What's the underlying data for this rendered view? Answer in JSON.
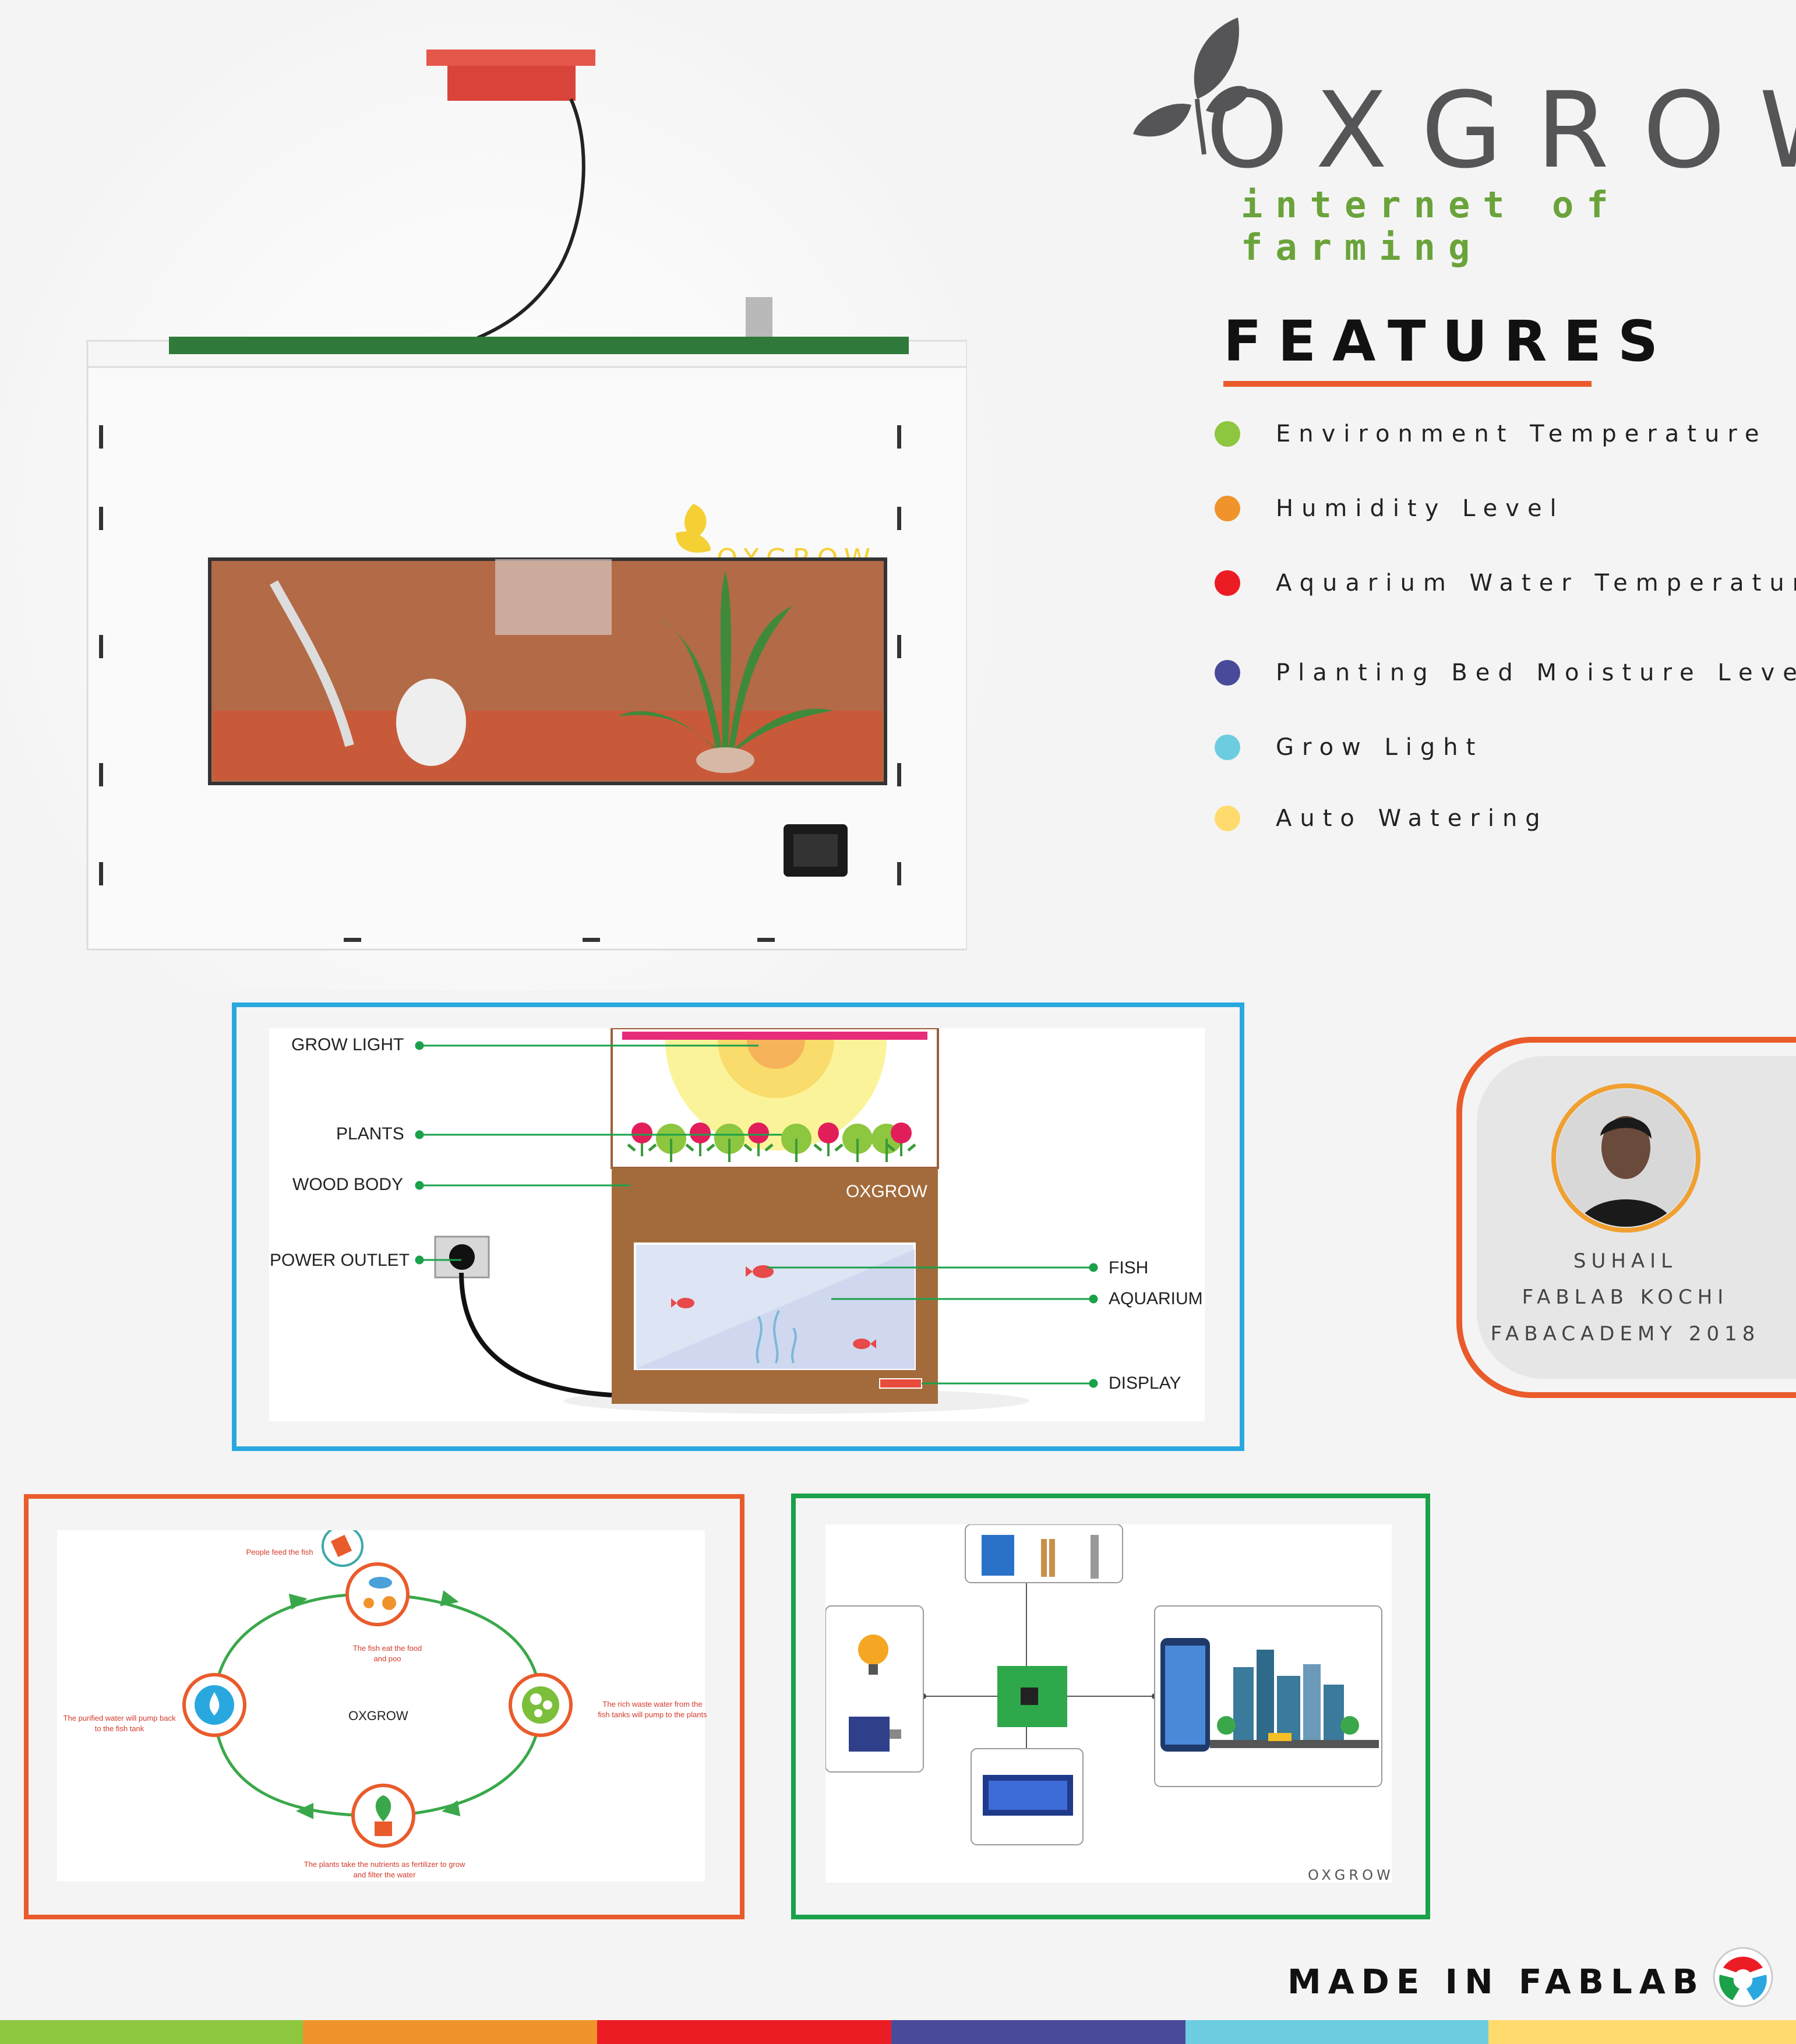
{
  "brand": {
    "name": "OXGROW",
    "tagline": "internet of farming",
    "box_logo": "OXGROW"
  },
  "features": {
    "title": "FEATURES",
    "items": [
      {
        "label": "Environment Temperature",
        "color": "#8dc63f"
      },
      {
        "label": "Humidity Level",
        "color": "#f0932b"
      },
      {
        "label": "Aquarium Water Temperature",
        "color": "#ec1c24"
      },
      {
        "label": "Planting Bed Moisture Level",
        "color": "#4a4a9a"
      },
      {
        "label": "Grow Light",
        "color": "#6dcde0"
      },
      {
        "label": "Auto Watering",
        "color": "#ffdb6e"
      }
    ]
  },
  "diagram": {
    "grow_light": "GROW LIGHT",
    "plants": "PLANTS",
    "wood_body": "WOOD BODY",
    "power_outlet": "POWER OUTLET",
    "fish": "FISH",
    "aquarium": "AQUARIUM",
    "display": "DISPLAY",
    "box_label": "OXGROW",
    "frame_color": "#29a8df"
  },
  "cycle": {
    "center": "OXGROW",
    "feed": "People feed the fish",
    "eat": "The fish eat the food\nand poo",
    "waste": "The rich waste water from the\nfish tanks will pump to the plants",
    "plants": "The plants take  the nutrients as fertilizer to grow\nand filter the water",
    "purified": "The purified water will pump back\nto the fish tank",
    "frame_color": "#ea5b2b"
  },
  "system": {
    "brand": "OXGROW",
    "frame_color": "#1aa14a"
  },
  "profile": {
    "name": "SUHAIL",
    "lab": "FABLAB KOCHI",
    "program": "FABACADEMY 2018"
  },
  "footer": {
    "made": "MADE IN FABLAB",
    "stripes": [
      "#8dc63f",
      "#f0932b",
      "#ec1c24",
      "#4a4a9a",
      "#6dcde0",
      "#ffdb6e"
    ]
  }
}
